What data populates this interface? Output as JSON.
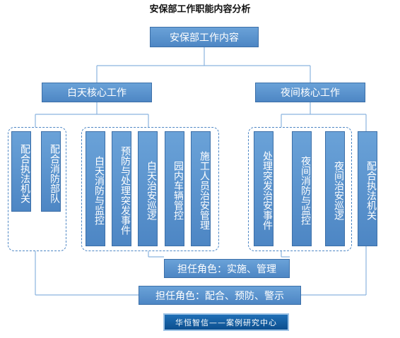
{
  "title": "安保部工作职能内容分析",
  "root": "安保部工作内容",
  "day": {
    "label": "白天核心工作",
    "coop_items": [
      "配合执法机关",
      "配合消防部队"
    ],
    "main_items": [
      "白天消防与监控",
      "预防与处理突发事件",
      "白天治安巡逻",
      "园内车辆管控",
      "施工人员治安管理"
    ]
  },
  "night": {
    "label": "夜间核心工作",
    "main_items": [
      "处理突发治安事件",
      "夜间消防与监控",
      "夜间治安巡逻"
    ],
    "coop_items": [
      "配合执法机关"
    ]
  },
  "roles": {
    "implement": "担任角色：实施、管理",
    "cooperate": "担任角色：配合、预防、警示"
  },
  "footer": "华恒智信——案例研究中心",
  "colors": {
    "box": "#5b93cf",
    "border": "#3c6fa8",
    "line": "#8ab3df",
    "badge": "#0c4f8f"
  }
}
